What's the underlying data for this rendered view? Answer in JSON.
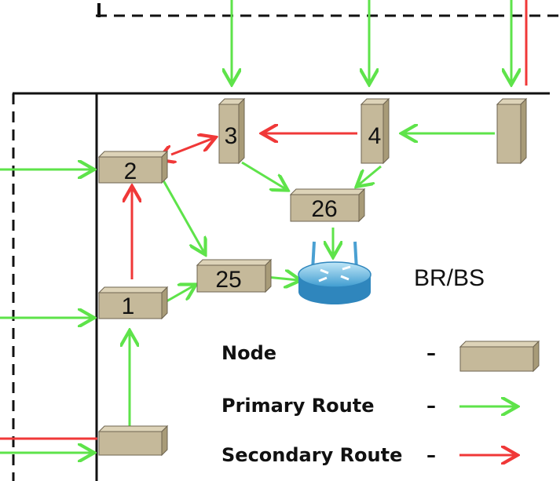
{
  "colors": {
    "primary": "#5ee34a",
    "secondary": "#f03838",
    "node_face": "#c5b99a",
    "node_side": "#a89b78",
    "node_top": "#ddd3b8",
    "node_border": "#6e6450",
    "line": "#111111"
  },
  "nodes": {
    "n1": "1",
    "n2": "2",
    "n3": "3",
    "n4": "4",
    "n25": "25",
    "n26": "26"
  },
  "base_station": {
    "label": "BR/BS",
    "icon": "router-icon"
  },
  "legend": {
    "node_label": "Node",
    "primary_label": "Primary Route",
    "secondary_label": "Secondary Route",
    "dash": "–"
  }
}
